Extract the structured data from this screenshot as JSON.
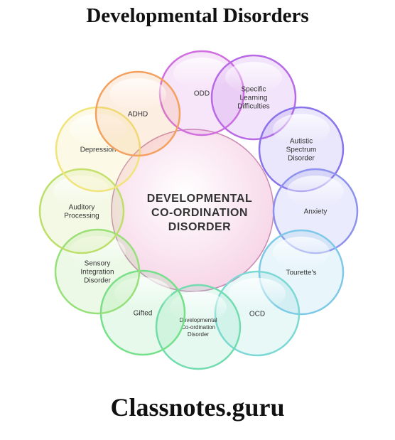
{
  "title": "Developmental Disorders",
  "footer": "Classnotes.guru",
  "center": {
    "lines": [
      "DEVELOPMENTAL",
      "CO-ORDINATION",
      "DISORDER"
    ],
    "color": "#f3c9e2"
  },
  "nodes": [
    {
      "lines": [
        "ODD"
      ],
      "color": "#d06ee0"
    },
    {
      "lines": [
        "Specific",
        "Learning",
        "Difficulties"
      ],
      "color": "#b86ae6"
    },
    {
      "lines": [
        "Autistic",
        "Spectrum",
        "Disorder"
      ],
      "color": "#8a73ea"
    },
    {
      "lines": [
        "Anxiety"
      ],
      "color": "#8c92ee"
    },
    {
      "lines": [
        "Tourette's"
      ],
      "color": "#7ec8e8"
    },
    {
      "lines": [
        "OCD"
      ],
      "color": "#7cd8d4"
    },
    {
      "lines": [
        "Developmental",
        "Co-ordination",
        "Disorder"
      ],
      "color": "#72dcb0"
    },
    {
      "lines": [
        "Gifted"
      ],
      "color": "#74e08a"
    },
    {
      "lines": [
        "Sensory",
        "Integration",
        "Disorder"
      ],
      "color": "#96e07a"
    },
    {
      "lines": [
        "Auditory",
        "Processing"
      ],
      "color": "#bcdf6a"
    },
    {
      "lines": [
        "Depression"
      ],
      "color": "#f0e47a"
    },
    {
      "lines": [
        "ADHD"
      ],
      "color": "#f4a05e"
    }
  ]
}
